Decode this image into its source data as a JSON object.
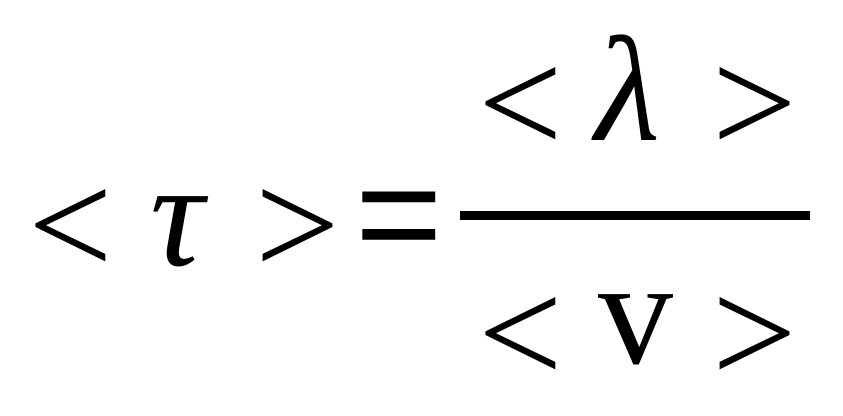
{
  "formula": {
    "lhs": {
      "open": "<",
      "symbol": "τ",
      "close": ">"
    },
    "equals": "=",
    "numerator": {
      "open": "<",
      "symbol": "λ",
      "close": ">"
    },
    "denominator": {
      "open": "<",
      "symbol": "v",
      "close": ">"
    }
  }
}
